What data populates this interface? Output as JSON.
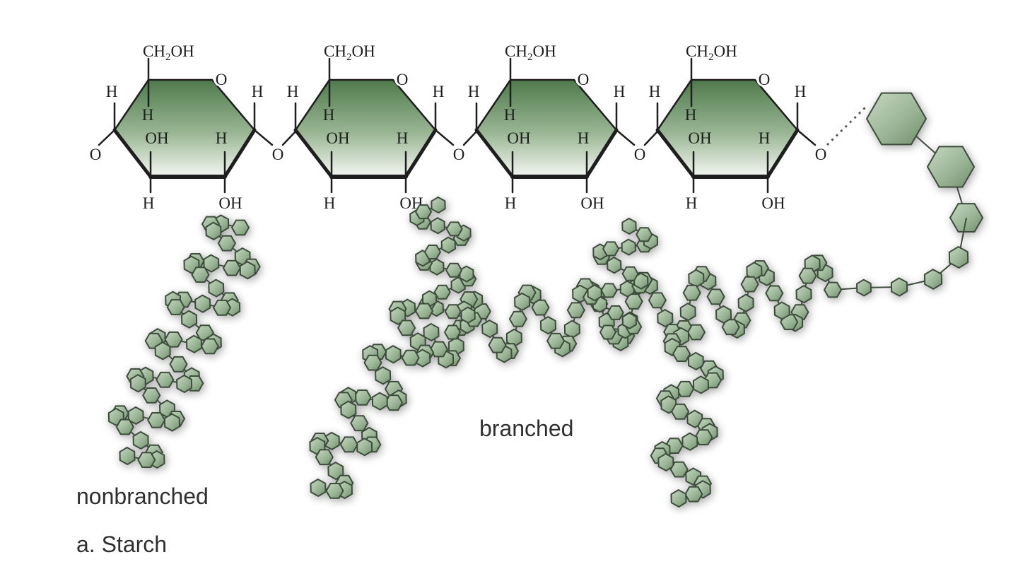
{
  "diagram": {
    "labels": {
      "branched": "branched",
      "nonbranched": "nonbranched",
      "panel": "a. Starch"
    },
    "ring_atoms": {
      "ring_oxygen": "O",
      "glycosidic_oxygen": "O",
      "hydrogen": "H",
      "hydroxyl": "OH",
      "ch2oh_prefix": "CH",
      "ch2oh_subscript": "2",
      "ch2oh_suffix": "OH"
    },
    "glucose_units_shown": 4,
    "colors": {
      "ring_fill_top": "#4f7a4c",
      "ring_fill_bottom": "#f4f7f2",
      "bead_fill": "#9bb596",
      "bead_stroke": "#3c4d3a",
      "bond": "#1e1e1e"
    }
  }
}
